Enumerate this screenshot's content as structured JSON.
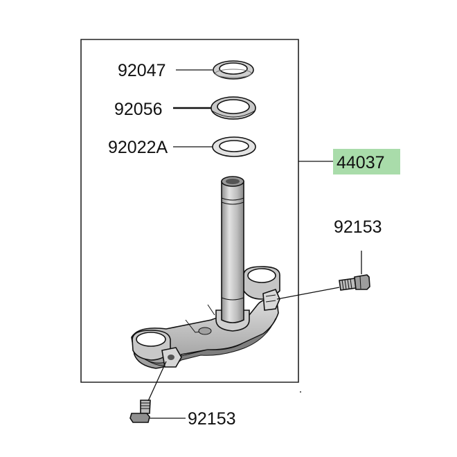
{
  "diagram": {
    "labels": {
      "dust_seal": "92047",
      "bearing": "92056",
      "washer": "92022A",
      "stem_assembly": "44037",
      "bolt_right": "92153",
      "bolt_bottom": "92153"
    },
    "colors": {
      "highlight": "#a9dcaa",
      "line": "#111111",
      "metal_light": "#d4d4d4",
      "metal_mid": "#b4b4b4",
      "metal_dark": "#8a8a8a"
    }
  }
}
